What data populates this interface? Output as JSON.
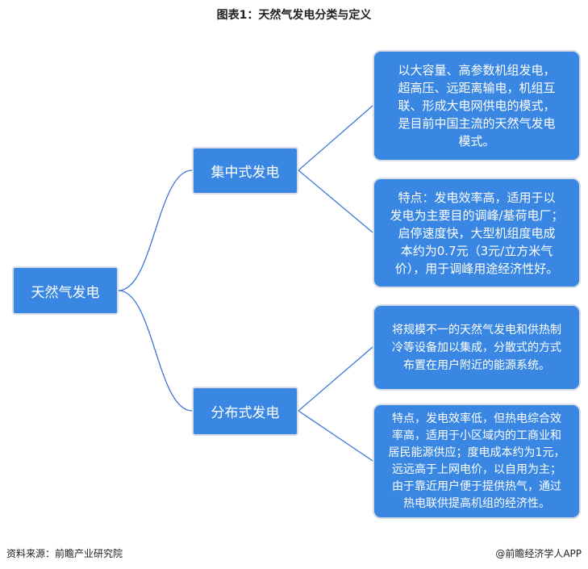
{
  "title": "图表1：天然气发电分类与定义",
  "root": {
    "label": "天然气发电"
  },
  "branches": [
    {
      "label": "集中式发电",
      "leaves": [
        {
          "lines": [
            "以大容量、高参数机组发电，",
            "超高压、远距离输电，机组互",
            "联、形成大电网供电的模式，",
            "是目前中国主流的天然气发电",
            "模式。"
          ]
        },
        {
          "lines": [
            "特点：发电效率高，适用于以",
            "发电为主要目的调峰/基荷电厂；",
            "启停速度快，大型机组度电成",
            "本约为0.7元（3元/立方米气",
            "价），用于调峰用途经济性好。"
          ]
        }
      ]
    },
    {
      "label": "分布式发电",
      "leaves": [
        {
          "lines": [
            "将规模不一的天然气发电和供热制",
            "冷等设备加以集成，分散式的方式",
            "布置在用户附近的能源系统。"
          ]
        },
        {
          "lines": [
            "特点，发电效率低，但热电综合效",
            "率高，适用于小区域内的工商业和",
            "居民能源供应；度电成本约为1元，",
            "远远高于上网电价，以自用为主；",
            "由于靠近用户便于提供热气，通过",
            "热电联供提高机组的经济性。"
          ]
        }
      ]
    }
  ],
  "footer": {
    "source": "资料来源：前瞻产业研究院",
    "brand": "@前瞻经济学人APP"
  },
  "colors": {
    "box": "#3987e3",
    "line": "#3a78d6"
  }
}
